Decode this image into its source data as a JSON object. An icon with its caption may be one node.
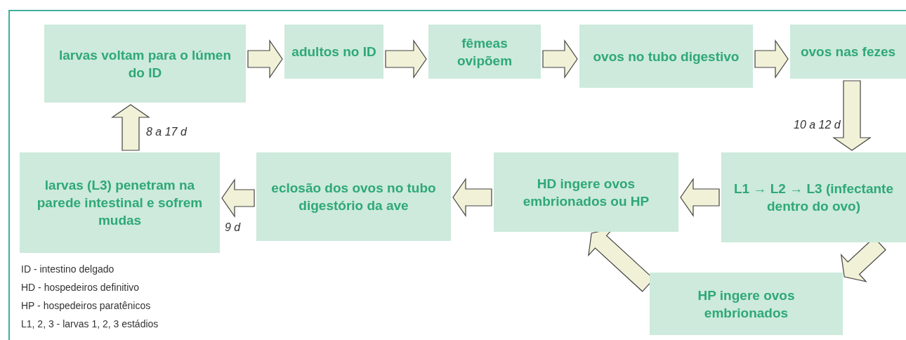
{
  "diagram": {
    "nodes": [
      {
        "text": [
          "larvas voltam para o lúmen do ID"
        ]
      },
      {
        "text": [
          "adultos no ID"
        ]
      },
      {
        "text": [
          "fêmeas ovipõem"
        ]
      },
      {
        "text": [
          "ovos no tubo digestivo"
        ]
      },
      {
        "text": [
          "ovos nas fezes"
        ]
      },
      {
        "text": [
          "L1 → L2 → L3 (infectante dentro do ovo)"
        ]
      },
      {
        "text": [
          "HD ingere ovos embrionados ou HP"
        ]
      },
      {
        "text": [
          "eclosão dos ovos no tubo digestório da ave"
        ]
      },
      {
        "text": [
          "larvas (L3) penetram na parede intestinal e sofrem mudas"
        ]
      },
      {
        "text": [
          "HP ingere ovos embrionados"
        ]
      }
    ],
    "edges": [
      {
        "from": 0,
        "to": 1,
        "arrow": "to"
      },
      {
        "from": 1,
        "to": 2,
        "arrow": "to"
      },
      {
        "from": 2,
        "to": 3,
        "arrow": "to"
      },
      {
        "from": 3,
        "to": 4,
        "arrow": "to"
      },
      {
        "from": 4,
        "to": 5,
        "arrow": "to",
        "label": "10 a 12 d"
      },
      {
        "from": 5,
        "to": 6,
        "arrow": "to"
      },
      {
        "from": 6,
        "to": 7,
        "arrow": "to"
      },
      {
        "from": 7,
        "to": 8,
        "arrow": "to",
        "label": "9 d"
      },
      {
        "from": 8,
        "to": 0,
        "arrow": "to",
        "label": "8 a 17 d"
      },
      {
        "from": 5,
        "to": 9,
        "arrow": "to"
      },
      {
        "from": 9,
        "to": 6,
        "arrow": "to"
      }
    ],
    "labels": [
      "ID - intestino delgado",
      "HD - hospedeiros definitivo",
      "HP - hospedeiros paratênicos",
      "L1, 2, 3 - larvas 1, 2, 3 estádios"
    ]
  }
}
